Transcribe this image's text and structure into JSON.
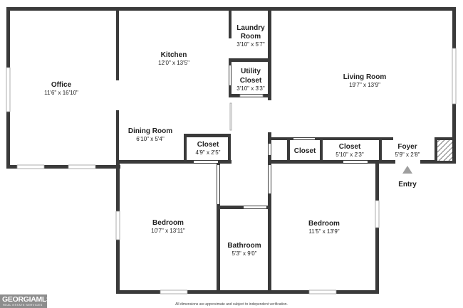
{
  "rooms": {
    "office": {
      "name": "Office",
      "dim": "11'6\" x 16'10\""
    },
    "kitchen": {
      "name": "Kitchen",
      "dim": "12'0\" x 13'5\""
    },
    "laundry": {
      "name_line1": "Laundry",
      "name_line2": "Room",
      "dim": "3'10\" x 5'7\""
    },
    "utility": {
      "name_line1": "Utility",
      "name_line2": "Closet",
      "dim": "3'10\" x 3'3\""
    },
    "living": {
      "name": "Living Room",
      "dim": "19'7\" x 13'9\""
    },
    "dining": {
      "name": "Dining Room",
      "dim": "6'10\" x 5'4\""
    },
    "closet_a": {
      "name": "Closet",
      "dim": "4'9\" x 2'5\""
    },
    "closet_b": {
      "name": "Closet"
    },
    "closet_c": {
      "name": "Closet",
      "dim": "5'10\" x 2'3\""
    },
    "foyer": {
      "name": "Foyer",
      "dim": "5'9\" x 2'8\""
    },
    "bedroom_left": {
      "name": "Bedroom",
      "dim": "10'7\" x 13'11\""
    },
    "bathroom": {
      "name": "Bathroom",
      "dim": "5'3\" x 9'0\""
    },
    "bedroom_right": {
      "name": "Bedroom",
      "dim": "11'5\" x 13'9\""
    }
  },
  "entry": {
    "label": "Entry",
    "icon": "up-arrow-icon"
  },
  "footer": {
    "disclaimer": "All dimensions are approximate and subject to independent verification."
  },
  "logo": {
    "main": "GEORGIAMLS",
    "sub": "REAL ESTATE SERVICES"
  },
  "colors": {
    "wall": "#3a3a3a",
    "window": "#9a9a9a",
    "entry_arrow": "#9e9e9e",
    "logo_bg": "#8d8d8d"
  }
}
